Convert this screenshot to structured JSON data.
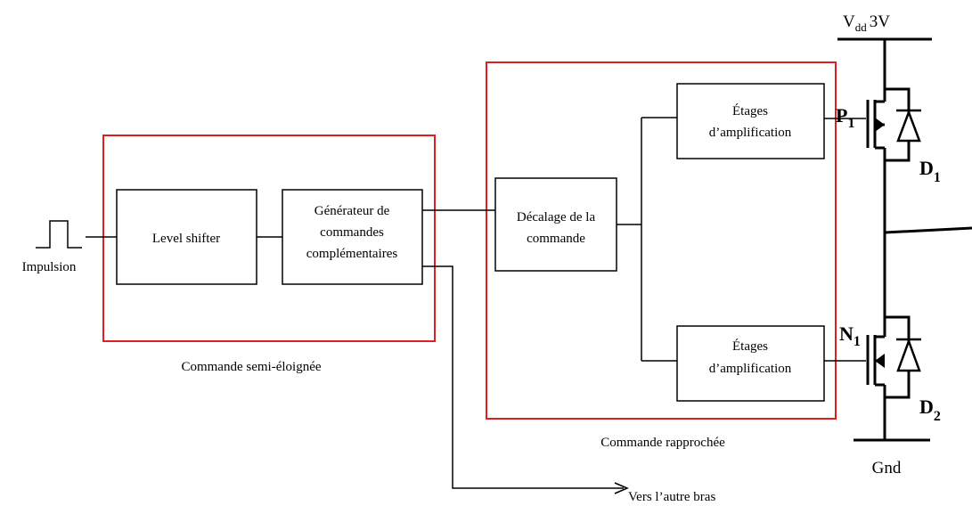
{
  "input": {
    "label": "Impulsion"
  },
  "blocks": {
    "level_shifter": "Level shifter",
    "generator": [
      "Générateur de",
      "commandes",
      "complémentaires"
    ],
    "offset": [
      "Décalage de la",
      "commande"
    ],
    "amp_top": [
      "Étages",
      "d’amplification"
    ],
    "amp_bottom": [
      "Étages",
      "d’amplification"
    ]
  },
  "groups": {
    "semi_remote": "Commande semi-éloignée",
    "close": "Commande rapprochée"
  },
  "output": {
    "other_arm": "Vers l’autre bras"
  },
  "power": {
    "vdd_main": "V",
    "vdd_sub": "dd",
    "vdd_value": "3V",
    "gnd": "Gnd"
  },
  "devices": {
    "p_main": "P",
    "p_sub": "1",
    "n_main": "N",
    "n_sub": "1",
    "d1_main": "D",
    "d1_sub": "1",
    "d2_main": "D",
    "d2_sub": "2"
  },
  "colors": {
    "group_border": "#e02020",
    "line": "#000000"
  }
}
